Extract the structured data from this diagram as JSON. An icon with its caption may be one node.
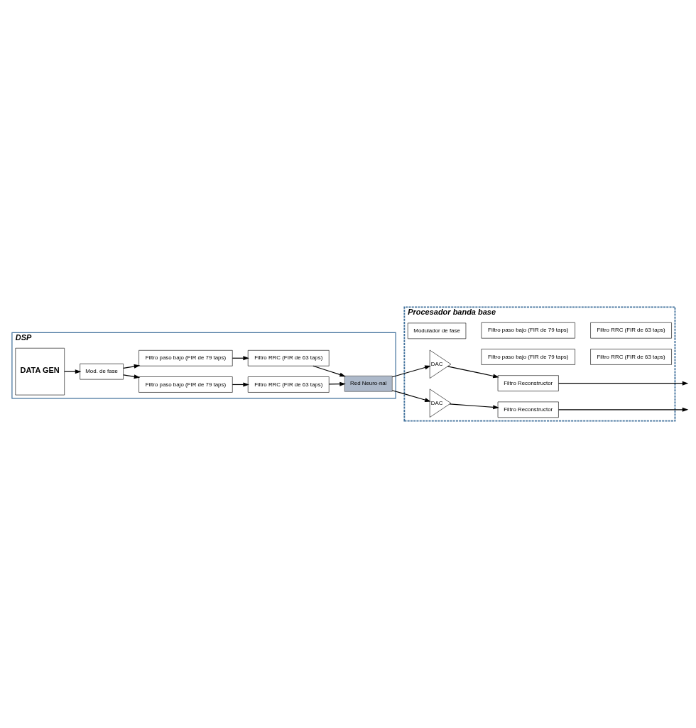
{
  "diagram": {
    "nodes": [
      {
        "text": [
          "DSP"
        ]
      },
      {
        "text": [
          "DATA GEN"
        ],
        "in": 0
      },
      {
        "text": [
          "Mod. de fase"
        ],
        "in": 0
      },
      {
        "text": [
          "Filtro paso bajo (FIR de 79 taps)"
        ],
        "in": 0
      },
      {
        "text": [
          "Filtro paso bajo (FIR de 79 taps)"
        ],
        "in": 0
      },
      {
        "text": [
          "Filtro RRC (FIR de 63 taps)"
        ],
        "in": 0
      },
      {
        "text": [
          "Filtro RRC (FIR de 63 taps)"
        ],
        "in": 0
      },
      {
        "text": [
          "Red Neuro-nal"
        ],
        "in": 0
      },
      {
        "text": [
          "Procesador banda base"
        ]
      },
      {
        "text": [
          "Modulador de fase"
        ],
        "in": 8
      },
      {
        "text": [
          "Filtro paso bajo (FIR de 79 taps)"
        ],
        "in": 8
      },
      {
        "text": [
          "Filtro paso bajo (FIR de 79 taps)"
        ],
        "in": 8
      },
      {
        "text": [
          "Filtro RRC (FIR de 63 taps)"
        ],
        "in": 8
      },
      {
        "text": [
          "Filtro RRC (FIR de 63 taps)"
        ],
        "in": 8
      },
      {
        "text": [
          "DAC"
        ],
        "in": 8
      },
      {
        "text": [
          "DAC"
        ],
        "in": 8
      },
      {
        "text": [
          "Filtro Reconstructor"
        ],
        "in": 8
      },
      {
        "text": [
          "Filtro Reconstructor"
        ],
        "in": 8
      }
    ],
    "edges": [
      {
        "from": 1,
        "to": 2,
        "arrow": "to"
      },
      {
        "from": 2,
        "to": 3,
        "arrow": "to"
      },
      {
        "from": 2,
        "to": 4,
        "arrow": "to"
      },
      {
        "from": 3,
        "to": 5,
        "arrow": "to"
      },
      {
        "from": 4,
        "to": 6,
        "arrow": "to"
      },
      {
        "from": 5,
        "to": 7,
        "arrow": "to"
      },
      {
        "from": 6,
        "to": 7,
        "arrow": "to"
      },
      {
        "from": 7,
        "to": 14,
        "arrow": "to"
      },
      {
        "from": 7,
        "to": 15,
        "arrow": "to"
      },
      {
        "from": 14,
        "to": 16,
        "arrow": "to"
      },
      {
        "from": 15,
        "to": 17,
        "arrow": "to"
      },
      {
        "from": 16,
        "to": null,
        "arrow": "to"
      },
      {
        "from": 17,
        "to": null,
        "arrow": "to"
      }
    ]
  }
}
